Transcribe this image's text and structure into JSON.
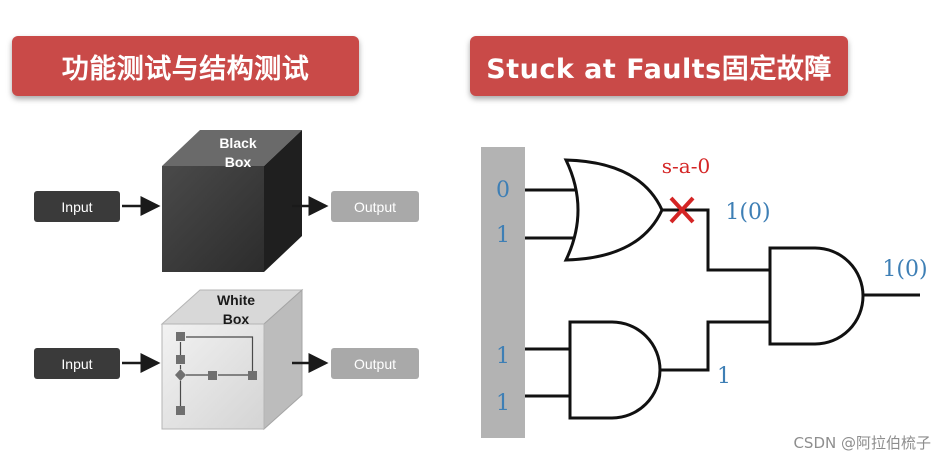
{
  "headers": {
    "left": "功能测试与结构测试",
    "right": "Stuck at Faults固定故障"
  },
  "black_box": {
    "title_line1": "Black",
    "title_line2": "Box",
    "input_label": "Input",
    "output_label": "Output"
  },
  "white_box": {
    "title_line1": "White",
    "title_line2": "Box",
    "input_label": "Input",
    "output_label": "Output"
  },
  "circuit": {
    "inputs": [
      "0",
      "1",
      "1",
      "1"
    ],
    "fault_label": "s-a-0",
    "or_output_label": "1(0)",
    "and_lower_output_label": "1",
    "final_output_label": "1(0)"
  },
  "colors": {
    "banner": "#c94a48",
    "blue_value": "#3e7fb5",
    "fault_red": "#d42525",
    "box_dark": "#3a3a3a",
    "output_grey": "#a9a9a9"
  },
  "watermark": "CSDN @阿拉伯梳子"
}
